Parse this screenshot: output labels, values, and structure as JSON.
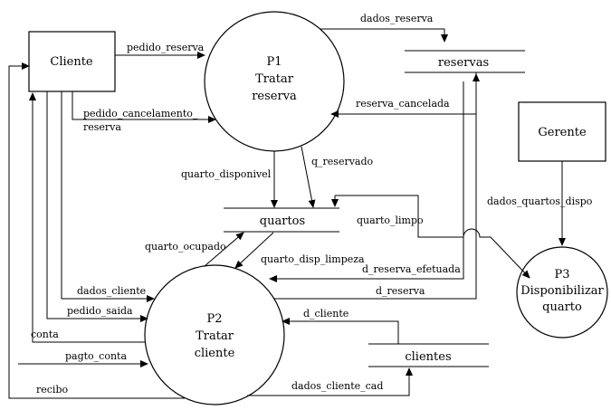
{
  "entities": {
    "cliente": "Cliente",
    "gerente": "Gerente"
  },
  "processes": {
    "p1": {
      "id": "P1",
      "line1": "Tratar",
      "line2": "reserva"
    },
    "p2": {
      "id": "P2",
      "line1": "Tratar",
      "line2": "cliente"
    },
    "p3": {
      "id": "P3",
      "line1": "Disponibilizar",
      "line2": "quarto"
    }
  },
  "stores": {
    "reservas": "reservas",
    "quartos": "quartos",
    "clientes": "clientes"
  },
  "flows": {
    "pedido_reserva": "pedido_reserva",
    "pedido_cancelamento_1": "pedido_cancelamento_",
    "pedido_cancelamento_2": "reserva",
    "dados_reserva": "dados_reserva",
    "reserva_cancelada": "reserva_cancelada",
    "dados_quartos_dispo": "dados_quartos_dispo",
    "quarto_disponivel": "quarto_disponivel",
    "q_reservado": "q_reservado",
    "quarto_limpo": "quarto_limpo",
    "quarto_ocupado": "quarto_ocupado",
    "quarto_disp_limpeza": "quarto_disp_limpeza",
    "d_reserva_efetuada": "d_reserva_efetuada",
    "d_reserva": "d_reserva",
    "dados_cliente": "dados_cliente",
    "pedido_saida": "pedido_saida",
    "d_cliente": "d_cliente",
    "conta": "conta",
    "pagto_conta": "pagto_conta",
    "recibo": "recibo",
    "dados_cliente_cad": "dados_cliente_cad"
  }
}
